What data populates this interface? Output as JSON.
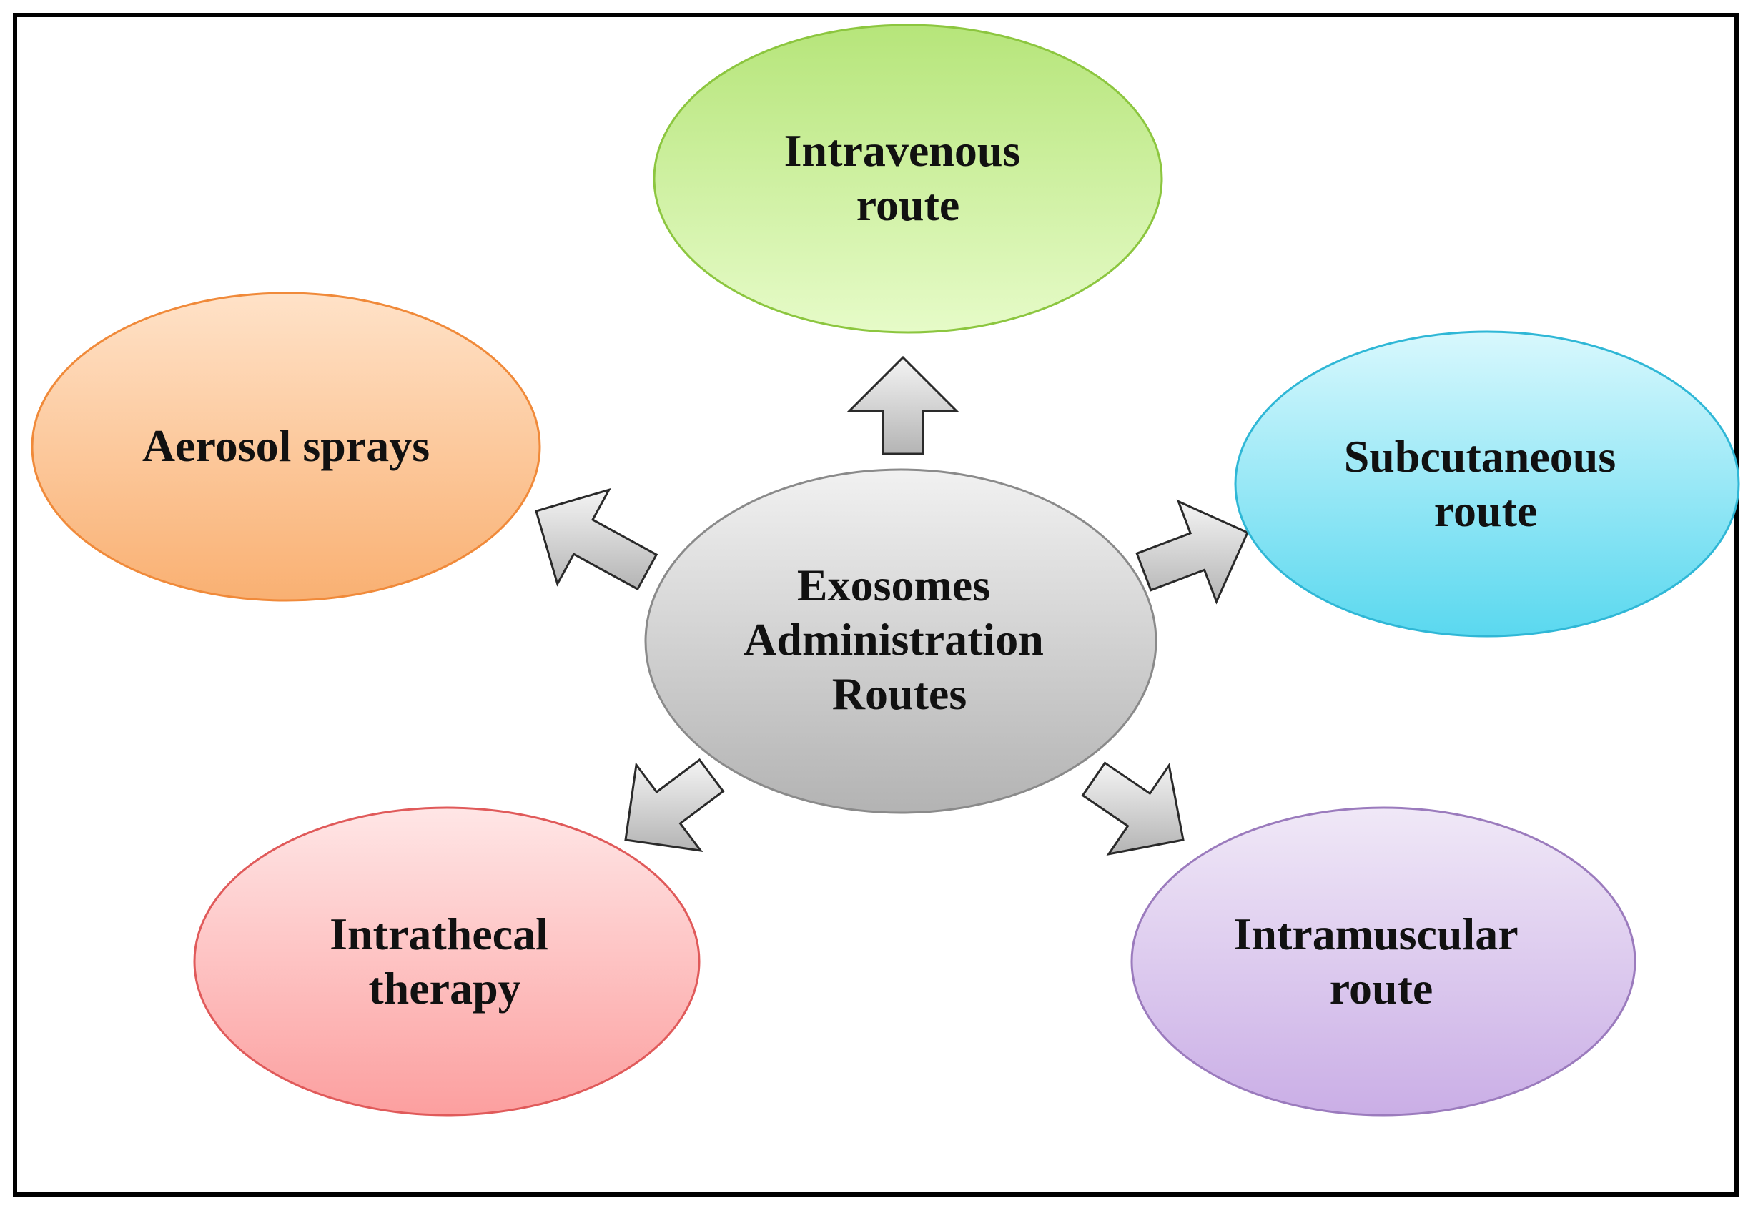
{
  "diagram": {
    "center": {
      "lines": [
        "Exosomes",
        "Administration",
        "Routes"
      ],
      "color": "#b7b7b7"
    },
    "nodes": [
      {
        "id": "intravenous",
        "lines": [
          "Intravenous",
          "route"
        ],
        "color": "#c9ef96",
        "stroke": "#8cc63f"
      },
      {
        "id": "subcutaneous",
        "lines": [
          "Subcutaneous",
          "route"
        ],
        "color": "#7fe3f4",
        "stroke": "#2fb7d6"
      },
      {
        "id": "intramuscular",
        "lines": [
          "Intramuscular",
          "route"
        ],
        "color": "#dcc9ec",
        "stroke": "#9b7bbd"
      },
      {
        "id": "intrathecal",
        "lines": [
          "Intrathecal",
          "therapy"
        ],
        "color": "#fcb6b6",
        "stroke": "#e05a5a"
      },
      {
        "id": "aerosol",
        "lines": [
          "Aerosol sprays"
        ],
        "color": "#fcc89a",
        "stroke": "#f08a3a"
      }
    ],
    "arrow_color": "#c8c8c8"
  }
}
